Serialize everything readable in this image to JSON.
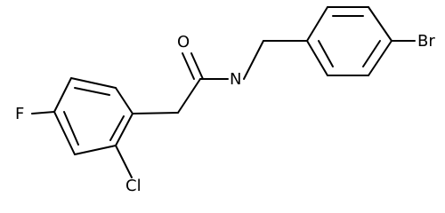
{
  "atoms": {
    "fluorine": "F",
    "chlorine": "Cl",
    "oxygen": "O",
    "nitrogen": "N",
    "bromine": "Br"
  },
  "colors": {
    "background": "#ffffff",
    "bond": "#000000",
    "label": "#000000"
  }
}
